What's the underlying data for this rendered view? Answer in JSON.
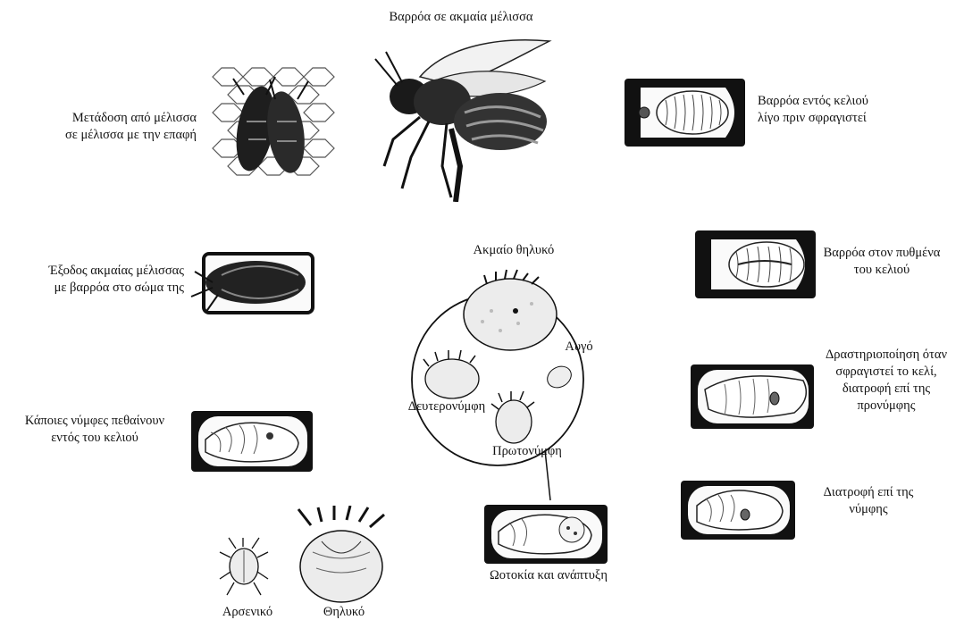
{
  "diagram": {
    "labels": {
      "adult_bee": "Βαρρόα σε ακμαία μέλισσα",
      "transmission_l1": "Μετάδοση από μέλισσα",
      "transmission_l2": "σε μέλισσα με την επαφή",
      "cell_before_l1": "Βαρρόα εντός κελιού",
      "cell_before_l2": "λίγο πριν σφραγιστεί",
      "cell_bottom_l1": "Βαρρόα στον πυθμένα",
      "cell_bottom_l2": "του κελιού",
      "exit_l1": "Έξοδος ακμαίας μέλισσας",
      "exit_l2": "με βαρρόα στο σώμα της",
      "activation_l1": "Δραστηριοποίηση όταν",
      "activation_l2": "σφραγιστεί το κελί,",
      "activation_l3": "διατροφή επί της",
      "activation_l4": "προνύμφης",
      "die_l1": "Κάποιες νύμφες πεθαίνουν",
      "die_l2": "εντός του κελιού",
      "feeding_l1": "Διατροφή επί της",
      "feeding_l2": "νύμφης",
      "oviposition": "Ωοτοκία και ανάπτυξη",
      "adult_female": "Ακμαίο θηλυκό",
      "egg": "Αυγό",
      "deutonymph": "Δευτερονύμφη",
      "protonymph": "Πρωτονύμφη",
      "male": "Αρσενικό",
      "female": "Θηλυκό"
    }
  }
}
